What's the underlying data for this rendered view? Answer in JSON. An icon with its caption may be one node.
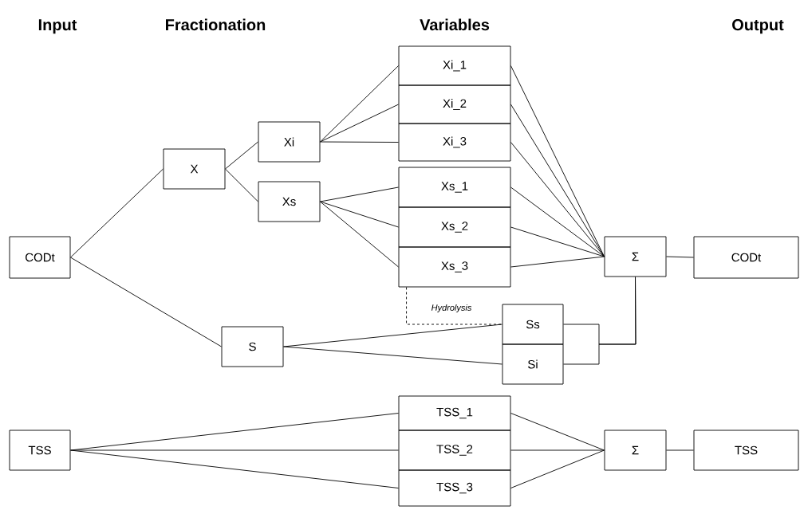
{
  "diagram": {
    "nodes": [
      {
        "text": [
          "CODt"
        ]
      },
      {
        "text": [
          "X"
        ]
      },
      {
        "text": [
          "Xi"
        ]
      },
      {
        "text": [
          "Xs"
        ]
      },
      {
        "text": [
          "S"
        ]
      },
      {
        "text": [
          "Xi_1"
        ]
      },
      {
        "text": [
          "Xi_2"
        ]
      },
      {
        "text": [
          "Xi_3"
        ]
      },
      {
        "text": [
          "Xs_1"
        ]
      },
      {
        "text": [
          "Xs_2"
        ]
      },
      {
        "text": [
          "Xs_3"
        ]
      },
      {
        "text": [
          "Ss"
        ]
      },
      {
        "text": [
          "Si"
        ]
      },
      {
        "text": [
          "Σ"
        ]
      },
      {
        "text": [
          "CODt"
        ]
      },
      {
        "text": [
          "TSS"
        ]
      },
      {
        "text": [
          "TSS_1"
        ]
      },
      {
        "text": [
          "TSS_2"
        ]
      },
      {
        "text": [
          "TSS_3"
        ]
      },
      {
        "text": [
          "Σ"
        ]
      },
      {
        "text": [
          "TSS"
        ]
      }
    ],
    "edges": [
      {
        "from": 0,
        "to": 1,
        "arrow": "none"
      },
      {
        "from": 0,
        "to": 4,
        "arrow": "none"
      },
      {
        "from": 1,
        "to": 2,
        "arrow": "none"
      },
      {
        "from": 1,
        "to": 3,
        "arrow": "none"
      },
      {
        "from": 2,
        "to": 5,
        "arrow": "none"
      },
      {
        "from": 2,
        "to": 6,
        "arrow": "none"
      },
      {
        "from": 2,
        "to": 7,
        "arrow": "none"
      },
      {
        "from": 3,
        "to": 8,
        "arrow": "none"
      },
      {
        "from": 3,
        "to": 9,
        "arrow": "none"
      },
      {
        "from": 3,
        "to": 10,
        "arrow": "none"
      },
      {
        "from": 5,
        "to": 13,
        "arrow": "none"
      },
      {
        "from": 6,
        "to": 13,
        "arrow": "none"
      },
      {
        "from": 7,
        "to": 13,
        "arrow": "none"
      },
      {
        "from": 8,
        "to": 13,
        "arrow": "none"
      },
      {
        "from": 9,
        "to": 13,
        "arrow": "none"
      },
      {
        "from": 10,
        "to": 13,
        "arrow": "none"
      },
      {
        "from": 13,
        "to": 14,
        "arrow": "none"
      },
      {
        "from": 4,
        "to": 11,
        "arrow": "none"
      },
      {
        "from": 4,
        "to": 12,
        "arrow": "none"
      },
      {
        "from": 11,
        "to": 13,
        "arrow": "none"
      },
      {
        "from": 12,
        "to": 13,
        "arrow": "none"
      },
      {
        "from": 10,
        "to": 11,
        "arrow": "none",
        "style": "dashed",
        "label": "Hydrolysis"
      },
      {
        "from": 15,
        "to": 16,
        "arrow": "none"
      },
      {
        "from": 15,
        "to": 17,
        "arrow": "none"
      },
      {
        "from": 15,
        "to": 18,
        "arrow": "none"
      },
      {
        "from": 16,
        "to": 19,
        "arrow": "none"
      },
      {
        "from": 17,
        "to": 19,
        "arrow": "none"
      },
      {
        "from": 18,
        "to": 19,
        "arrow": "none"
      },
      {
        "from": 19,
        "to": 20,
        "arrow": "none"
      }
    ],
    "labels": [
      "Input",
      "Fractionation",
      "Variables",
      "Output"
    ]
  }
}
